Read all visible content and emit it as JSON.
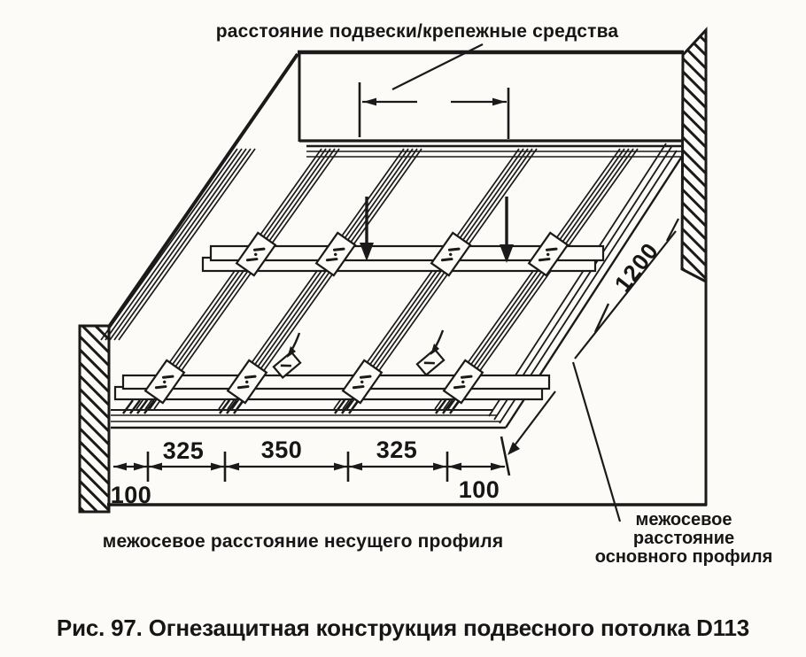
{
  "figure": {
    "caption": "Рис. 97. Огнезащитная конструкция подвесного потолка D113",
    "top_label": "расстояние подвески/крепежные средства",
    "bottom_label": "межосевое расстояние несущего профиля",
    "right_label_lines": [
      "межосевое",
      "расстояние",
      "основного профиля"
    ],
    "diagonal_dim": "1200",
    "dims_bottom": {
      "offset_left": "100",
      "span_1": "325",
      "span_2": "350",
      "span_3": "325",
      "offset_right": "100"
    },
    "colors": {
      "ink": "#1a1a1a",
      "paper": "#fcfbf8"
    }
  }
}
